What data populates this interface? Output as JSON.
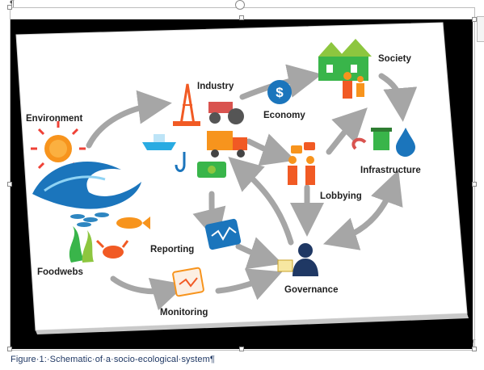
{
  "paragraph_mark": "¶",
  "caption": "Figure·1:·Schematic·of·a·socio-ecological·system¶",
  "figure": {
    "labels": {
      "industry": "Industry",
      "society": "Society",
      "environment": "Environment",
      "economy": "Economy",
      "infrastructure": "Infrastructure",
      "lobbying": "Lobbying",
      "reporting": "Reporting",
      "foodwebs": "Foodwebs",
      "governance": "Governance",
      "monitoring": "Monitoring"
    },
    "icon_text": {
      "dollar": "$"
    }
  },
  "colors": {
    "frame": "#000000",
    "card": "#ffffff",
    "arrow": "#a6a6a6",
    "caption": "#1f3864"
  }
}
